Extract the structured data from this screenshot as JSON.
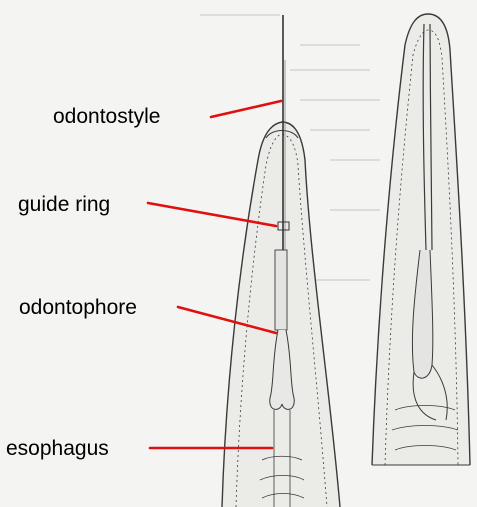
{
  "labels": {
    "odontostyle": "odontostyle",
    "guide_ring": "guide ring",
    "odontophore": "odontophore",
    "esophagus": "esophagus"
  },
  "colors": {
    "pointer": "#e01010",
    "outline": "#3a3a3a",
    "background": "#f4f4f2"
  }
}
